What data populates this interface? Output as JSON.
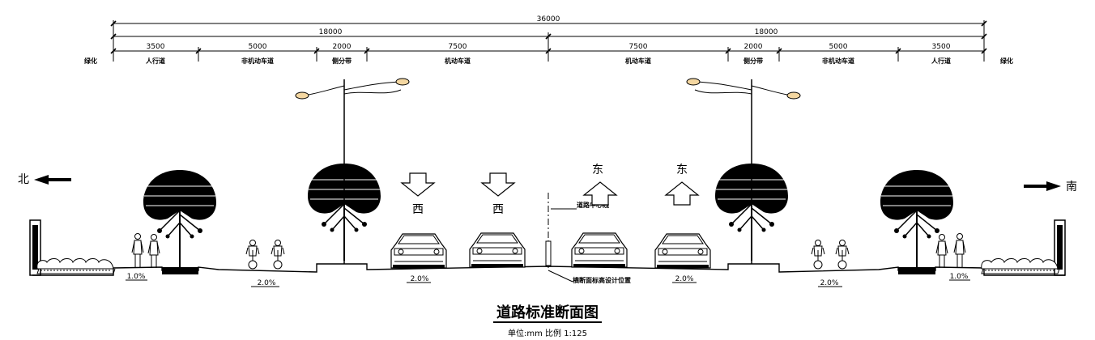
{
  "dimensions": {
    "total": "36000",
    "halves": [
      "18000",
      "18000"
    ],
    "segments": [
      "3500",
      "5000",
      "2000",
      "7500",
      "7500",
      "2000",
      "5000",
      "3500"
    ]
  },
  "zones": {
    "green_left": "绿化",
    "sidewalk_left": "人行道",
    "bike_left": "非机动车道",
    "divider_left": "侧分带",
    "motor_left": "机动车道",
    "motor_right": "机动车道",
    "divider_right": "侧分带",
    "bike_right": "非机动车道",
    "sidewalk_right": "人行道",
    "green_right": "绿化"
  },
  "directions": {
    "north": "北",
    "south": "南",
    "west_1": "西",
    "west_2": "西",
    "east_1": "东",
    "east_2": "东"
  },
  "annotations": {
    "centerline": "道路中心线",
    "design_elevation": "横断面标高设计位置"
  },
  "slopes": {
    "sidewalk_left": "1.0%",
    "bike_left": "2.0%",
    "motor_left": "2.0%",
    "motor_right": "2.0%",
    "bike_right": "2.0%",
    "sidewalk_right": "1.0%"
  },
  "title": "道路标准断面图",
  "subtitle": "单位:mm 比例 1:125"
}
